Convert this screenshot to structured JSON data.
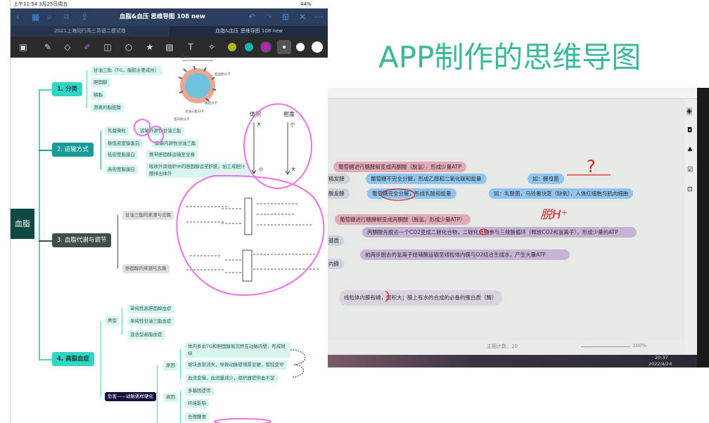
{
  "slide_title": "APP制作的思维导图",
  "tablet": {
    "status": {
      "time": "上午11:54",
      "date": "3月25日周五",
      "battery": "44%"
    },
    "doc_title": "血脂&血压 思维导图 108 new",
    "tabs": [
      {
        "label": "2021上海闵行高三英语二模试卷"
      },
      {
        "label": "血脂&血压 思维导图 108 new"
      }
    ],
    "colors": {
      "yellow": "#b5b51f",
      "teal": "#18b3b0",
      "magenta": "#c020c0"
    }
  },
  "mindmap": {
    "root": "血脂",
    "b1": {
      "label": "1. 分类",
      "items": [
        "甘油三酯（TG，脂肪主要成份）",
        "胆固醇",
        "磷脂",
        "游离的脂肪酸"
      ]
    },
    "figure": {
      "scale": "22 nm",
      "labels": [
        "胆固醇分子",
        "磷脂分子",
        "甘油三酯分子",
        "蛋白质分子"
      ]
    },
    "b2": {
      "label": "2. 运输方式",
      "items": [
        {
          "name": "乳糜微粒",
          "desc": "运输外源性甘油三酯"
        },
        {
          "name": "极低密度脂蛋白",
          "desc": "运输内源性甘油三酯"
        },
        {
          "name": "低密度脂蛋白",
          "desc": "携带胆固醇运输至全身"
        },
        {
          "name": "高密度脂蛋白",
          "desc": "吸收外周组织中的胆固醇运至肝脏，加工成胆汁酸排出体外"
        }
      ]
    },
    "notes1": {
      "a": "体积",
      "b": "密度",
      "a_top": "大",
      "a_bot": "小",
      "b_top": "小",
      "b_bot": "大"
    },
    "b3": {
      "label": "3. 血脂代谢与调节",
      "items": [
        "甘油三酯的来源与去路",
        "胆固醇的来源与去路"
      ]
    },
    "b4": {
      "label": "4. 高脂血症",
      "type": "类型",
      "types": [
        "单纯性高胆固醇血症",
        "单纯性甘油三酯血症",
        "混合型高脂血症"
      ],
      "harm": "危害——动脉粥样硬化",
      "cause": "原因",
      "causes": [
        "体内多余TG和胆固醇易沉积在动脉内壁，形成斑块",
        "斑块逐渐消失，导致动脉壁增厚变硬，管腔变窄",
        "血流变慢，血流量减少，组织器官供血不足"
      ],
      "etiology": "病因",
      "etiologies": [
        "多基因遗传",
        "环境影响"
      ],
      "more": "合理膳食"
    }
  },
  "photo": {
    "n1": "葡萄糖进行糖酵解变成丙酮酸（脱氢），形成少量ATP",
    "alc": "精发酵",
    "alc_desc": "葡萄糖不完全分解，形成乙醇和二氧化碳和能量",
    "alc_ex": "如：酵母菌",
    "lac": "酸发酵",
    "lac_desc": "葡萄糖完全分解，形成乳酸和能量",
    "lac_ex": "如：乳酸菌，马铃薯块茎（缺氧），人体红细胞与肌肉细胞",
    "n2": "葡萄糖进行糖酵解变成丙酮酸（脱氢，形成少量ATP）",
    "matrix": "基质",
    "matrix_desc": "丙酮酸先脱去一个CO2变成二碳化合物，二碳化合物参与三羧酸循环（释放CO2和氢离子），形成少量的ATP",
    "membrane": "内膜",
    "membrane_desc": "前两步脱去的氢离子经辅酶运输至线粒体内膜与O2结合生成水，产生大量ATP",
    "note": "线粒体内膜有嵴，面积大；膜上有水的合成的必备的蛋白质（酶）",
    "annot_q": "?",
    "annot_h": "脱H⁺",
    "topic_count": "主题计数：20",
    "zoom": "100%",
    "clock": "20:37",
    "cdate": "2022/4/24"
  }
}
